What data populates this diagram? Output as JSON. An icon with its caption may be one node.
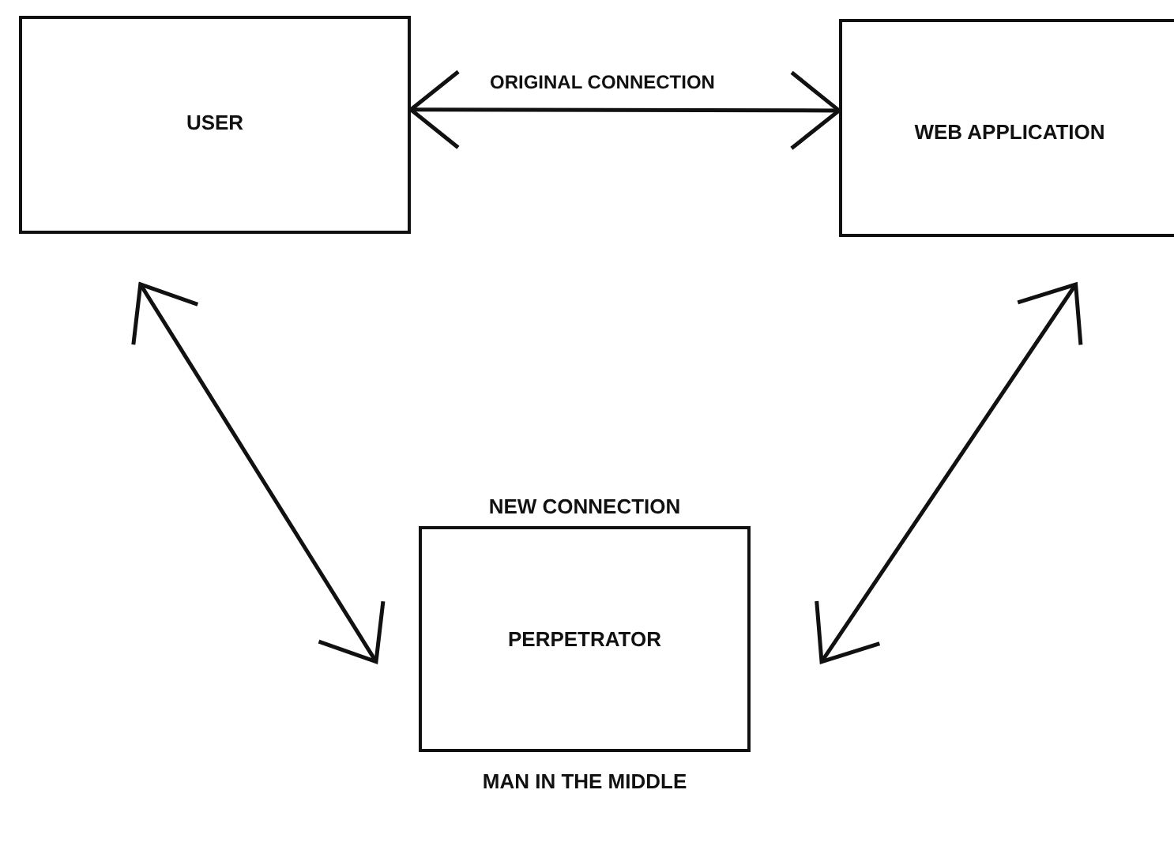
{
  "diagram": {
    "nodes": [
      {
        "text": [
          "USER"
        ]
      },
      {
        "text": [
          "WEB APPLICATION"
        ]
      },
      {
        "text": [
          "NEW CONNECTION",
          "PERPETRATOR"
        ],
        "beside": [
          "MAN IN THE MIDDLE"
        ]
      }
    ],
    "edges": [
      {
        "from": 0,
        "to": 1,
        "arrow": "both",
        "label": "ORIGINAL CONNECTION"
      },
      {
        "from": 0,
        "to": 2,
        "arrow": "both"
      },
      {
        "from": 1,
        "to": 2,
        "arrow": "both"
      }
    ]
  }
}
